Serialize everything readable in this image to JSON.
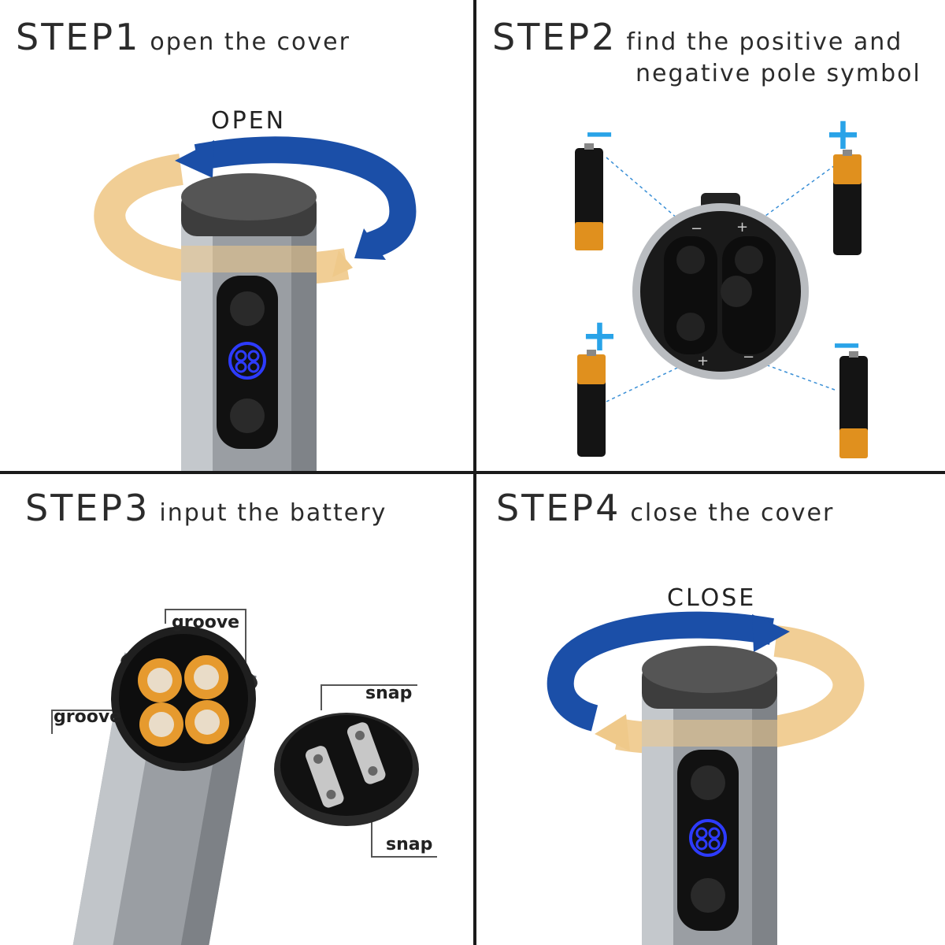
{
  "steps": [
    {
      "number": "STEP1",
      "text": "open the cover",
      "arrow_label": "OPEN"
    },
    {
      "number": "STEP2",
      "text_line1": "find the positive and",
      "text_line2": "negative pole symbol"
    },
    {
      "number": "STEP3",
      "text": "input the battery",
      "callouts": {
        "groove_top": "groove",
        "groove_left": "groove",
        "snap_top": "snap",
        "snap_bottom": "snap"
      }
    },
    {
      "number": "STEP4",
      "text": "close the cover",
      "arrow_label": "CLOSE"
    }
  ],
  "polarity": {
    "plus": "+",
    "minus": "−"
  },
  "icons": [
    "rotate-arrow-icon",
    "battery-icon",
    "power-button-icon"
  ],
  "colors": {
    "blue_arrow": "#1b4fa8",
    "tan_arrow": "#efc98a",
    "accent_blue": "#29a3e8",
    "battery_orange": "#e0901e"
  }
}
